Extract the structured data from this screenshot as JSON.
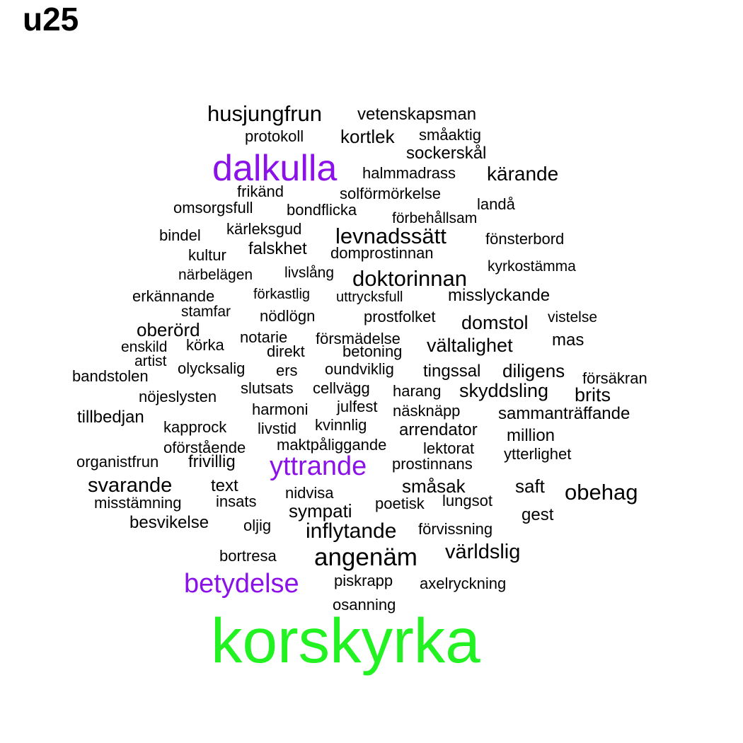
{
  "title": "u25",
  "colors": {
    "base": "#000000",
    "accent_purple": "#8a12e8",
    "accent_green": "#22f222"
  },
  "words": [
    {
      "text": "husjungfrun",
      "color": "#000000"
    },
    {
      "text": "vetenskapsman",
      "color": "#000000"
    },
    {
      "text": "protokoll",
      "color": "#000000"
    },
    {
      "text": "kortlek",
      "color": "#000000"
    },
    {
      "text": "småaktig",
      "color": "#000000"
    },
    {
      "text": "sockerskål",
      "color": "#000000"
    },
    {
      "text": "dalkulla",
      "color": "#8a12e8"
    },
    {
      "text": "halmmadrass",
      "color": "#000000"
    },
    {
      "text": "kärande",
      "color": "#000000"
    },
    {
      "text": "frikänd",
      "color": "#000000"
    },
    {
      "text": "solförmörkelse",
      "color": "#000000"
    },
    {
      "text": "omsorgsfull",
      "color": "#000000"
    },
    {
      "text": "bondflicka",
      "color": "#000000"
    },
    {
      "text": "landå",
      "color": "#000000"
    },
    {
      "text": "förbehållsam",
      "color": "#000000"
    },
    {
      "text": "kärleksgud",
      "color": "#000000"
    },
    {
      "text": "bindel",
      "color": "#000000"
    },
    {
      "text": "levnadssätt",
      "color": "#000000"
    },
    {
      "text": "fönsterbord",
      "color": "#000000"
    },
    {
      "text": "falskhet",
      "color": "#000000"
    },
    {
      "text": "kultur",
      "color": "#000000"
    },
    {
      "text": "domprostinnan",
      "color": "#000000"
    },
    {
      "text": "kyrkostämma",
      "color": "#000000"
    },
    {
      "text": "livslång",
      "color": "#000000"
    },
    {
      "text": "närbelägen",
      "color": "#000000"
    },
    {
      "text": "doktorinnan",
      "color": "#000000"
    },
    {
      "text": "erkännande",
      "color": "#000000"
    },
    {
      "text": "förkastlig",
      "color": "#000000"
    },
    {
      "text": "uttrycksfull",
      "color": "#000000"
    },
    {
      "text": "misslyckande",
      "color": "#000000"
    },
    {
      "text": "stamfar",
      "color": "#000000"
    },
    {
      "text": "nödlögn",
      "color": "#000000"
    },
    {
      "text": "prostfolket",
      "color": "#000000"
    },
    {
      "text": "vistelse",
      "color": "#000000"
    },
    {
      "text": "domstol",
      "color": "#000000"
    },
    {
      "text": "oberörd",
      "color": "#000000"
    },
    {
      "text": "notarie",
      "color": "#000000"
    },
    {
      "text": "försmädelse",
      "color": "#000000"
    },
    {
      "text": "mas",
      "color": "#000000"
    },
    {
      "text": "enskild",
      "color": "#000000"
    },
    {
      "text": "körka",
      "color": "#000000"
    },
    {
      "text": "vältalighet",
      "color": "#000000"
    },
    {
      "text": "direkt",
      "color": "#000000"
    },
    {
      "text": "betoning",
      "color": "#000000"
    },
    {
      "text": "artist",
      "color": "#000000"
    },
    {
      "text": "olycksalig",
      "color": "#000000"
    },
    {
      "text": "ers",
      "color": "#000000"
    },
    {
      "text": "oundviklig",
      "color": "#000000"
    },
    {
      "text": "tingssal",
      "color": "#000000"
    },
    {
      "text": "diligens",
      "color": "#000000"
    },
    {
      "text": "bandstolen",
      "color": "#000000"
    },
    {
      "text": "försäkran",
      "color": "#000000"
    },
    {
      "text": "slutsats",
      "color": "#000000"
    },
    {
      "text": "cellvägg",
      "color": "#000000"
    },
    {
      "text": "harang",
      "color": "#000000"
    },
    {
      "text": "skyddsling",
      "color": "#000000"
    },
    {
      "text": "nöjeslysten",
      "color": "#000000"
    },
    {
      "text": "brits",
      "color": "#000000"
    },
    {
      "text": "julfest",
      "color": "#000000"
    },
    {
      "text": "harmoni",
      "color": "#000000"
    },
    {
      "text": "näsknäpp",
      "color": "#000000"
    },
    {
      "text": "tillbedjan",
      "color": "#000000"
    },
    {
      "text": "sammanträffande",
      "color": "#000000"
    },
    {
      "text": "kapprock",
      "color": "#000000"
    },
    {
      "text": "kvinnlig",
      "color": "#000000"
    },
    {
      "text": "livstid",
      "color": "#000000"
    },
    {
      "text": "arrendator",
      "color": "#000000"
    },
    {
      "text": "million",
      "color": "#000000"
    },
    {
      "text": "oförstående",
      "color": "#000000"
    },
    {
      "text": "maktpåliggande",
      "color": "#000000"
    },
    {
      "text": "lektorat",
      "color": "#000000"
    },
    {
      "text": "ytterlighet",
      "color": "#000000"
    },
    {
      "text": "organistfrun",
      "color": "#000000"
    },
    {
      "text": "frivillig",
      "color": "#000000"
    },
    {
      "text": "yttrande",
      "color": "#8a12e8"
    },
    {
      "text": "prostinnans",
      "color": "#000000"
    },
    {
      "text": "svarande",
      "color": "#000000"
    },
    {
      "text": "text",
      "color": "#000000"
    },
    {
      "text": "småsak",
      "color": "#000000"
    },
    {
      "text": "saft",
      "color": "#000000"
    },
    {
      "text": "obehag",
      "color": "#000000"
    },
    {
      "text": "nidvisa",
      "color": "#000000"
    },
    {
      "text": "misstämning",
      "color": "#000000"
    },
    {
      "text": "insats",
      "color": "#000000"
    },
    {
      "text": "poetisk",
      "color": "#000000"
    },
    {
      "text": "lungsot",
      "color": "#000000"
    },
    {
      "text": "sympati",
      "color": "#000000"
    },
    {
      "text": "gest",
      "color": "#000000"
    },
    {
      "text": "besvikelse",
      "color": "#000000"
    },
    {
      "text": "oljig",
      "color": "#000000"
    },
    {
      "text": "inflytande",
      "color": "#000000"
    },
    {
      "text": "förvissning",
      "color": "#000000"
    },
    {
      "text": "världslig",
      "color": "#000000"
    },
    {
      "text": "angenäm",
      "color": "#000000"
    },
    {
      "text": "bortresa",
      "color": "#000000"
    },
    {
      "text": "betydelse",
      "color": "#8a12e8"
    },
    {
      "text": "piskrapp",
      "color": "#000000"
    },
    {
      "text": "axelryckning",
      "color": "#000000"
    },
    {
      "text": "osanning",
      "color": "#000000"
    },
    {
      "text": "korskyrka",
      "color": "#22f222"
    }
  ]
}
